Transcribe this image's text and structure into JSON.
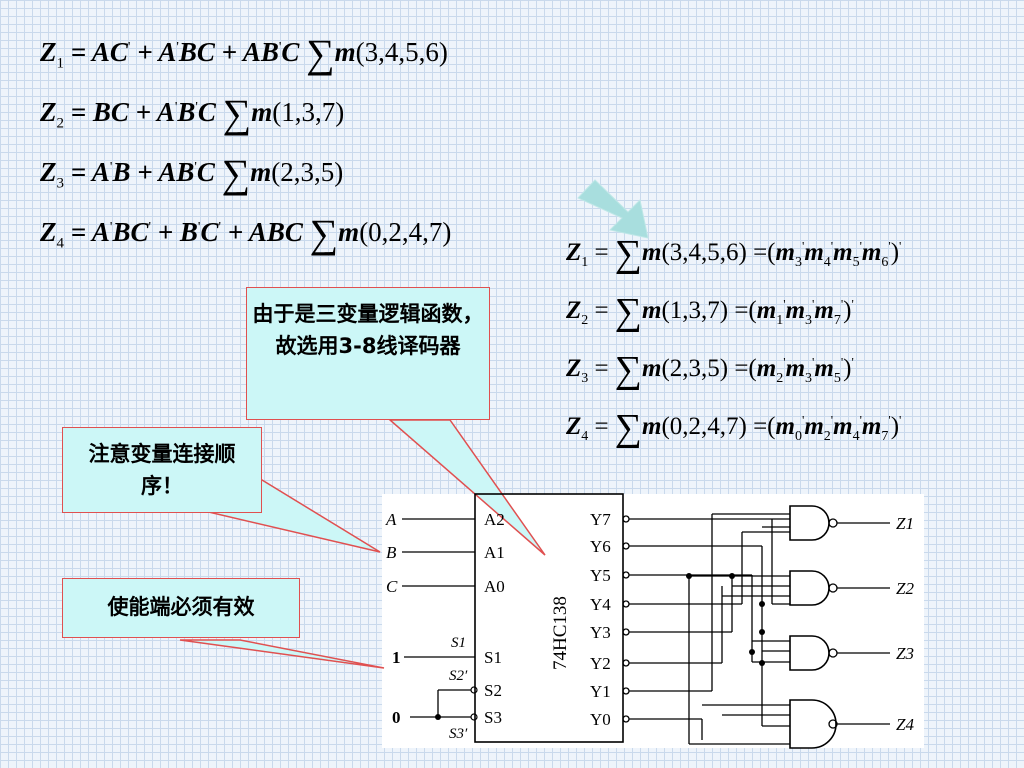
{
  "equations_left": [
    {
      "lhs": "Z",
      "sub": "1",
      "rhs_html": "= <i>AC</i><sup>'</sup> + <i>A</i><sup>'</sup><i>BC</i> + <i>AB</i><sup>'</sup><i>C</i>",
      "sum_terms": "(3,4,5,6)"
    },
    {
      "lhs": "Z",
      "sub": "2",
      "rhs_html": "= <i>BC</i> + <i>A</i><sup>'</sup><i>B</i><sup>'</sup><i>C</i>",
      "sum_terms": "(1,3,7)"
    },
    {
      "lhs": "Z",
      "sub": "3",
      "rhs_html": "= <i>A</i><sup>'</sup><i>B</i> + <i>AB</i><sup>'</sup><i>C</i>",
      "sum_terms": "(2,3,5)"
    },
    {
      "lhs": "Z",
      "sub": "4",
      "rhs_html": "= <i>A</i><sup>'</sup><i>BC</i><sup>'</sup> + <i>B</i><sup>'</sup><i>C</i><sup>'</sup> + <i>ABC</i>",
      "sum_terms": "(0,2,4,7)"
    }
  ],
  "equations_right": [
    {
      "sub": "1",
      "sum_terms": "(3,4,5,6)",
      "mins": [
        "3",
        "4",
        "5",
        "6"
      ]
    },
    {
      "sub": "2",
      "sum_terms": "(1,3,7)",
      "mins": [
        "1",
        "3",
        "7"
      ]
    },
    {
      "sub": "3",
      "sum_terms": "(2,3,5)",
      "mins": [
        "2",
        "3",
        "5"
      ]
    },
    {
      "sub": "4",
      "sum_terms": "(0,2,4,7)",
      "mins": [
        "0",
        "2",
        "4",
        "7"
      ]
    }
  ],
  "notes": {
    "decoder_choice": "由于是三变量逻辑函数，故选用3-8线译码器",
    "variable_order": "注意变量连接顺序！",
    "enable_valid": "使能端必须有效"
  },
  "circuit": {
    "chip_label": "74HC138",
    "inputs": [
      "A",
      "B",
      "C"
    ],
    "address_pins": [
      "A2",
      "A1",
      "A0"
    ],
    "enable_values": [
      "1",
      "0"
    ],
    "enable_pins": [
      "S1",
      "S2",
      "S3"
    ],
    "enable_signals": [
      "S1",
      "S2′",
      "S3′"
    ],
    "outputs_pins": [
      "Y7",
      "Y6",
      "Y5",
      "Y4",
      "Y3",
      "Y2",
      "Y1",
      "Y0"
    ],
    "gate_outputs": [
      "Z1",
      "Z2",
      "Z3",
      "Z4"
    ]
  },
  "colors": {
    "arrow": "#a8dede",
    "note_bg": "#ccf7f7",
    "note_border": "#e05050",
    "grid": "#c9d9ec"
  }
}
